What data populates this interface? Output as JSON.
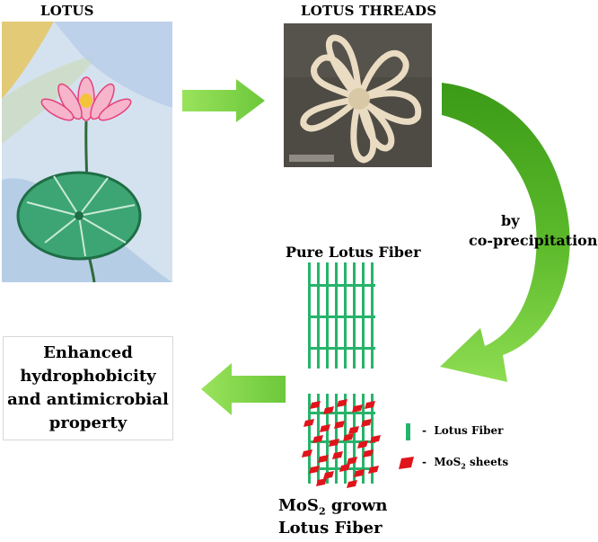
{
  "titles": {
    "lotus": "LOTUS",
    "lotus_threads": "LOTUS THREADS",
    "pure_fiber": "Pure Lotus Fiber"
  },
  "method": {
    "line1": "by",
    "line2": "co-precipitation"
  },
  "result": {
    "line1": "Enhanced",
    "line2": "hydrophobicity",
    "line3": "and antimicrobial",
    "line4": "property"
  },
  "product": {
    "line1_prefix": "MoS",
    "line1_sub": "2",
    "line1_suffix": " grown",
    "line2": "Lotus Fiber"
  },
  "legend": {
    "fiber_label": "Lotus Fiber",
    "mos2_prefix": "MoS",
    "mos2_sub": "2",
    "mos2_suffix": " sheets",
    "dash": "-"
  },
  "colors": {
    "fiber_green": "#27b36a",
    "arrow_green_light": "#8fdc4f",
    "arrow_green_dark": "#3f9a1e",
    "mos2_red": "#e0141b"
  }
}
